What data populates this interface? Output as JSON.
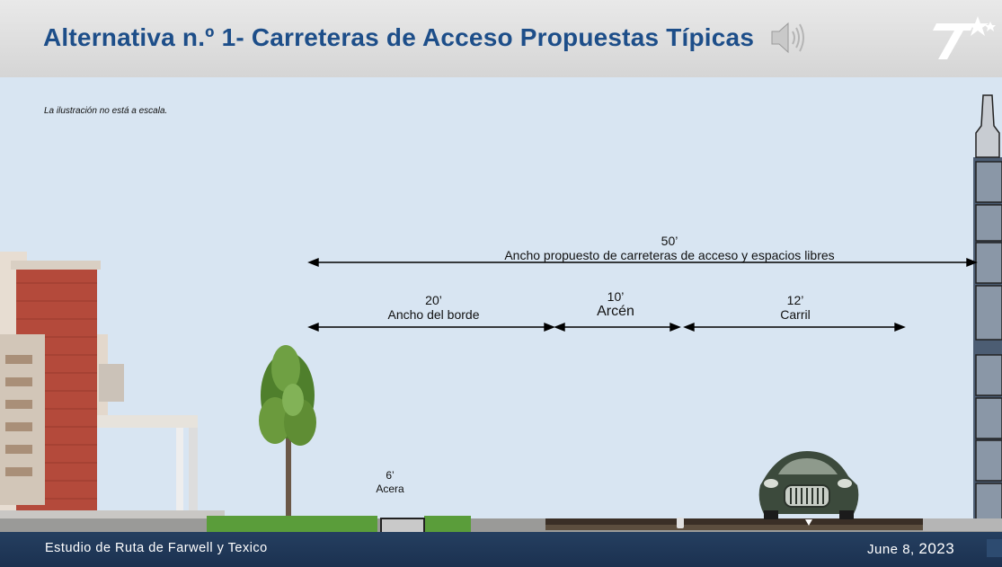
{
  "title": "Alternativa n.º 1- Carreteras de Acceso Propuestas Típicas",
  "note": "La ilustración no está a escala.",
  "dimensions": {
    "total": {
      "value": "50’",
      "label": "Ancho propuesto de carreteras de acceso y espacios libres"
    },
    "border": {
      "value": "20’",
      "label": "Ancho del borde"
    },
    "shoulder": {
      "value": "10’",
      "label": "Arcén"
    },
    "lane": {
      "value": "12’",
      "label": "Carril"
    },
    "sidewalk": {
      "value": "6’",
      "label": "Acera"
    }
  },
  "footer": {
    "study": "Estudio de Ruta de Farwell y Texico",
    "date": "June 8,",
    "year": "2023"
  },
  "icons": {
    "speaker": "speaker-icon",
    "logo": "txdot-logo-icon"
  },
  "colors": {
    "title": "#1d4e89",
    "footer": "#1f3656",
    "sky": "#d8e5f2"
  }
}
